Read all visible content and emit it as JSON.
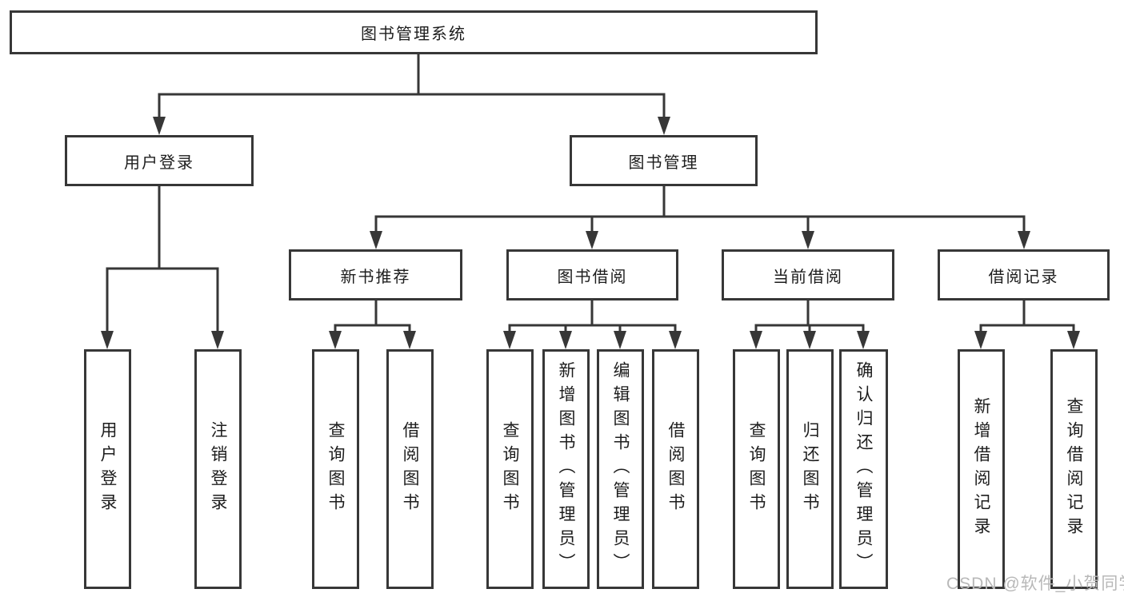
{
  "nodes": {
    "root": "图书管理系统",
    "user_login": "用户登录",
    "book_management": "图书管理",
    "new_book_recommend": "新书推荐",
    "book_borrow": "图书借阅",
    "current_borrow": "当前借阅",
    "borrow_records": "借阅记录",
    "login_leaf": "用户登录",
    "logout_leaf": "注销登录",
    "nbr_query_books": "查询图书",
    "nbr_borrow_books": "借阅图书",
    "bb_query_books": "查询图书",
    "bb_add_books": "新增图书（管理员）",
    "bb_edit_books": "编辑图书（管理员）",
    "bb_borrow_books": "借阅图书",
    "cb_query_books": "查询图书",
    "cb_return_books": "归还图书",
    "cb_confirm_return": "确认归还（管理员）",
    "br_add_record": "新增借阅记录",
    "br_query_record": "查询借阅记录"
  },
  "watermark": {
    "text": "CSDN @软件_小贺同学",
    "color": "#b8b8b8"
  },
  "colors": {
    "line": "#373737",
    "box_border": "#373737",
    "text": "#1d1d1d",
    "background": "#ffffff"
  }
}
